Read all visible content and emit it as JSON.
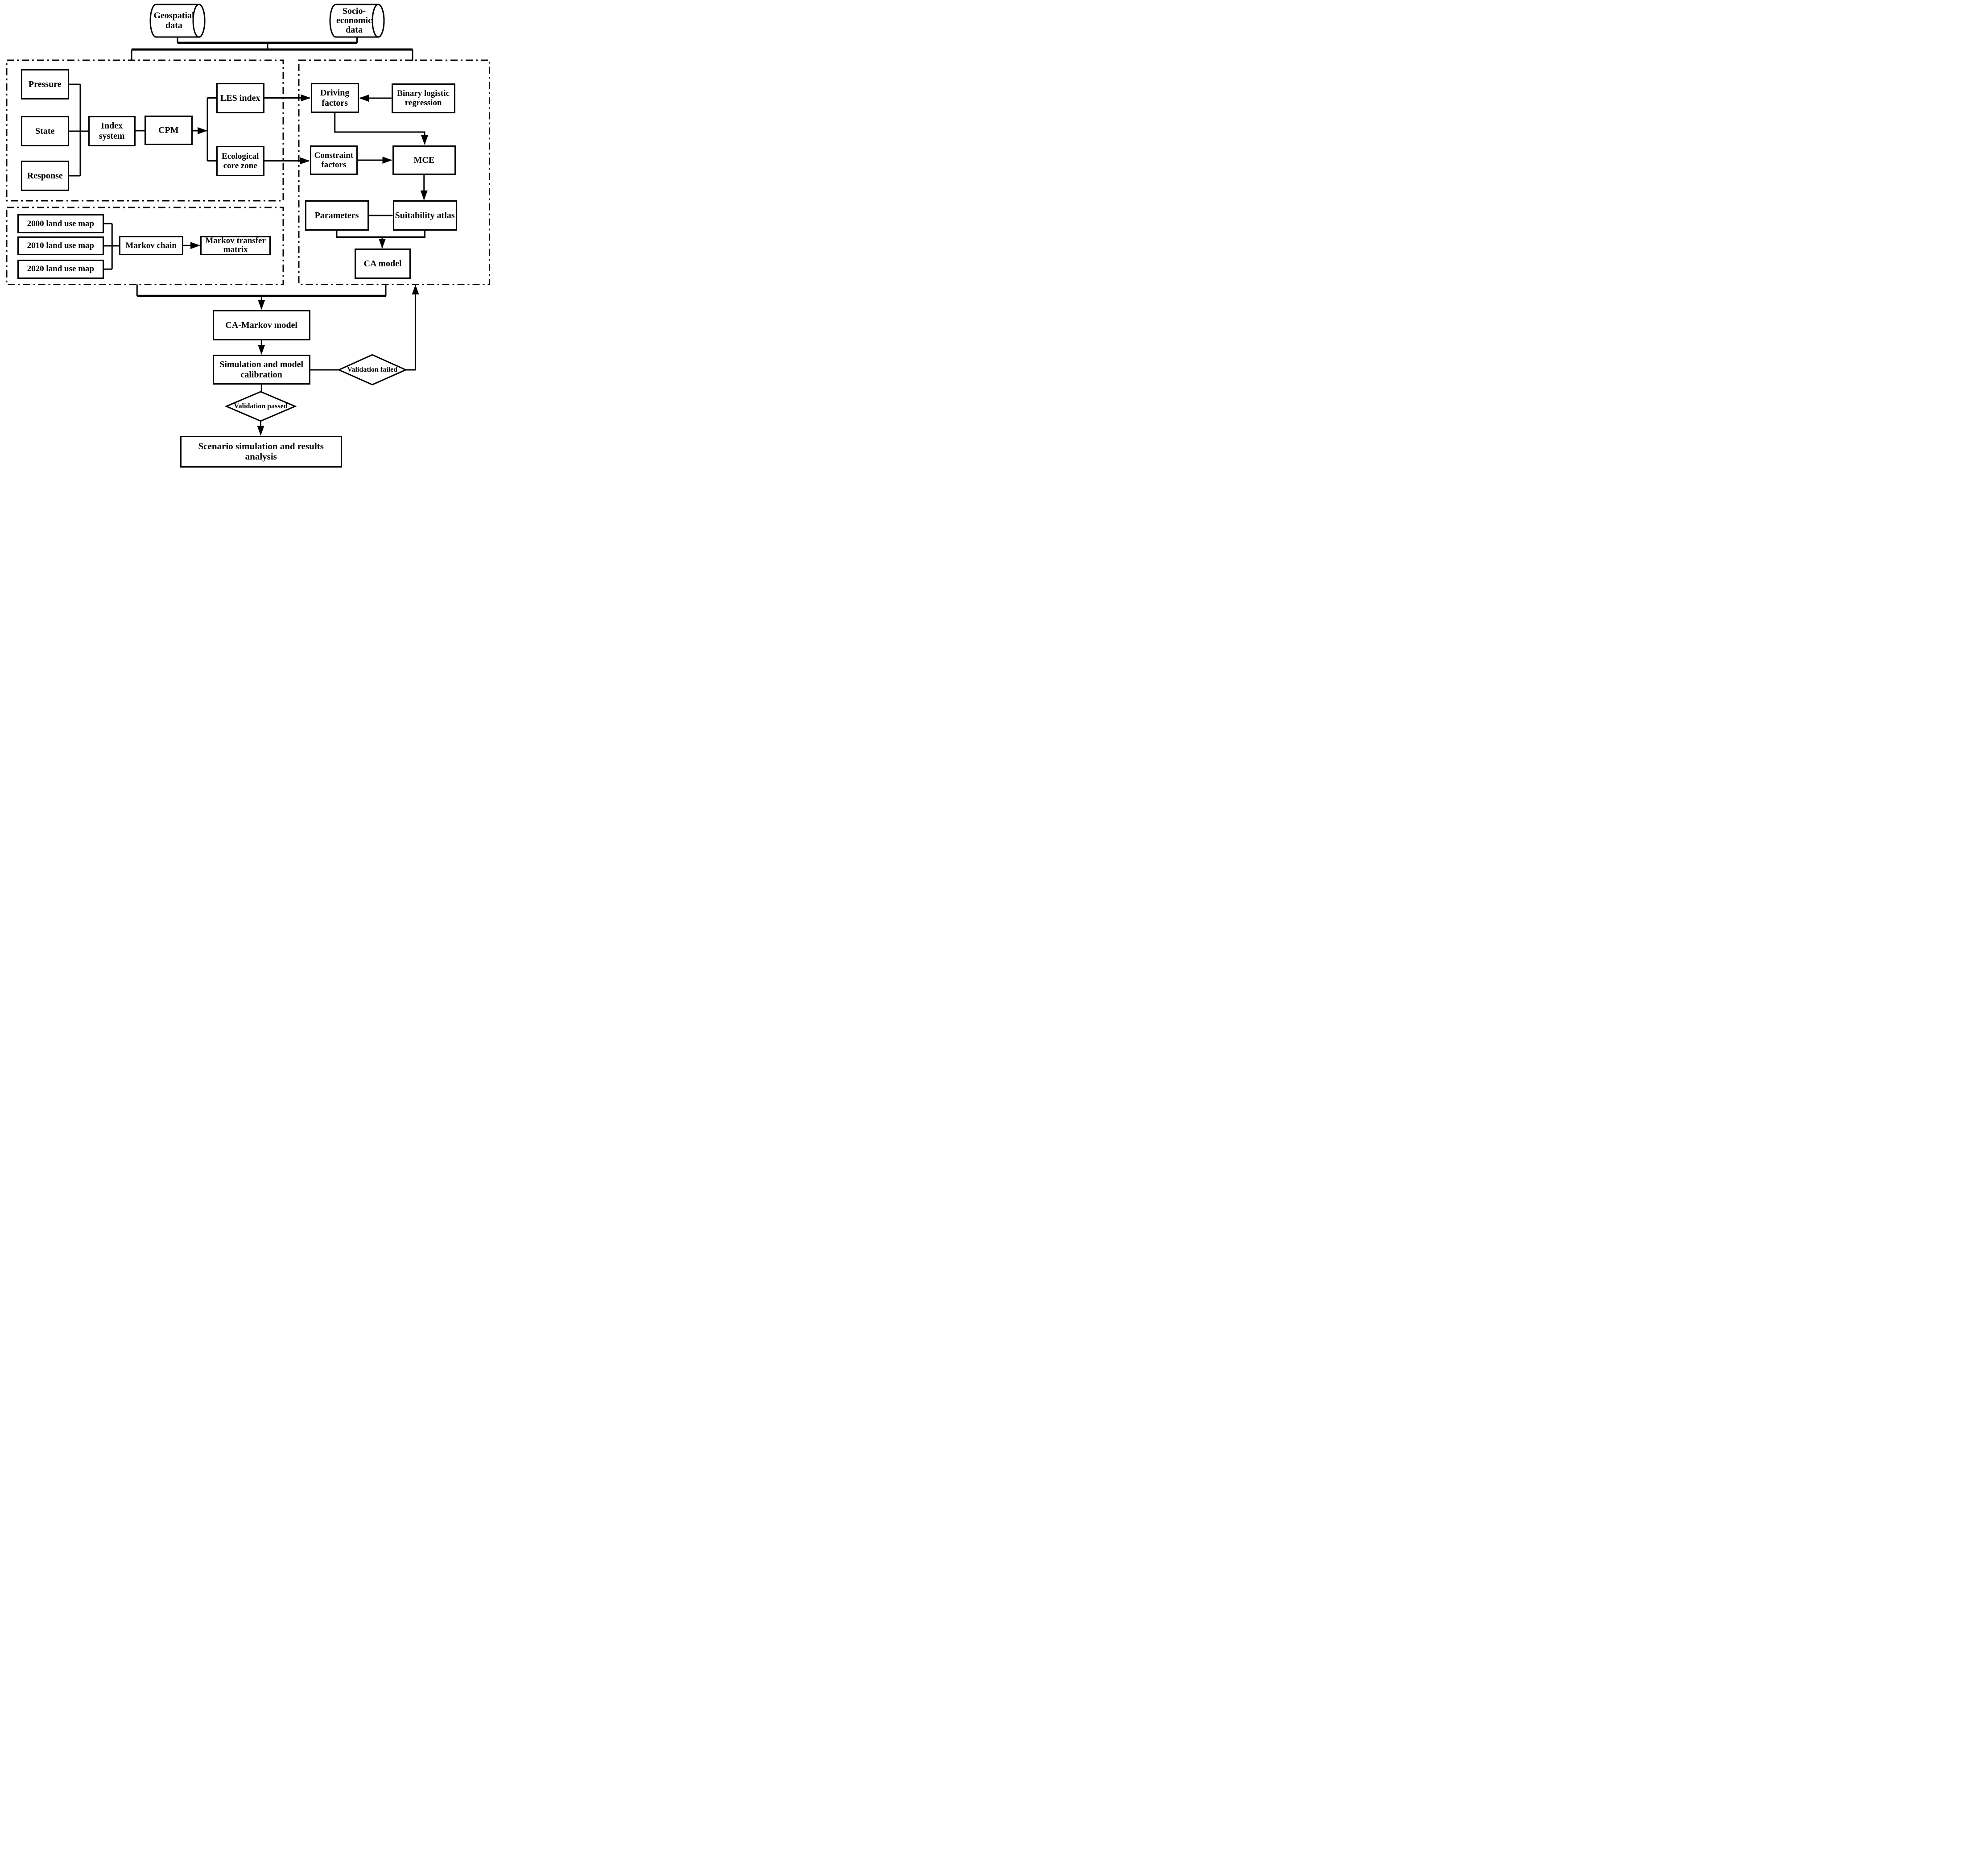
{
  "colors": {
    "line": "#000000",
    "background": "#ffffff",
    "node_fill": "#ffffff"
  },
  "nodes": {
    "geospatial_data": {
      "label": "Geospatial data"
    },
    "socio_economic_data": {
      "label": "Socio-economic data"
    },
    "pressure": {
      "label": "Pressure"
    },
    "state": {
      "label": "State"
    },
    "response": {
      "label": "Response"
    },
    "index_system": {
      "label": "Index system"
    },
    "cpm": {
      "label": "CPM"
    },
    "les_index": {
      "label": "LES index"
    },
    "ecological_core_zone": {
      "label": "Ecological core zone"
    },
    "driving_factors": {
      "label": "Driving factors"
    },
    "binary_logistic_regression": {
      "label": "Binary logistic regression"
    },
    "constraint_factors": {
      "label": "Constraint factors"
    },
    "mce": {
      "label": "MCE"
    },
    "parameters": {
      "label": "Parameters"
    },
    "suitability_atlas": {
      "label": "Suitability atlas"
    },
    "ca_model": {
      "label": "CA model"
    },
    "land_use_map_2000": {
      "label": "2000 land use map"
    },
    "land_use_map_2010": {
      "label": "2010 land use map"
    },
    "land_use_map_2020": {
      "label": "2020 land use map"
    },
    "markov_chain": {
      "label": "Markov chain"
    },
    "markov_transfer_matrix": {
      "label": "Markov transfer matrix"
    },
    "ca_markov_model": {
      "label": "CA-Markov model"
    },
    "simulation_calibration": {
      "label": "Simulation and model calibration"
    },
    "validation_failed": {
      "label": "Validation failed"
    },
    "validation_passed": {
      "label": "Validation passed"
    },
    "scenario_analysis": {
      "label": "Scenario simulation and results analysis"
    }
  }
}
